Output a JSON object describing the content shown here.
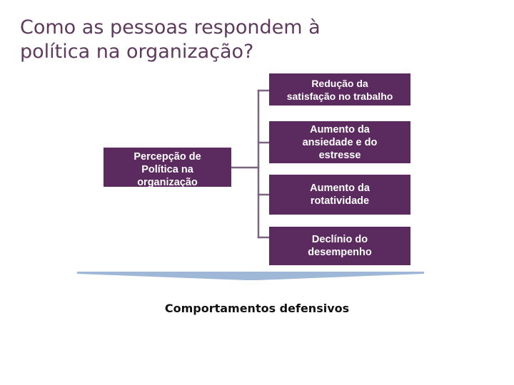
{
  "slide": {
    "title": "Como as pessoas respondem à\npolítica na organização?",
    "caption": "Comportamentos defensivos",
    "colors": {
      "title_text": "#5e3a5c",
      "node_fill": "#5b2a5e",
      "node_text": "#ffffff",
      "connector": "#7a6480",
      "wedge": "#9fb8d8",
      "caption_text": "#111111",
      "background": "#ffffff"
    }
  },
  "diagram": {
    "type": "org-chart",
    "root": {
      "label": "Percepção de\nPolítica na\norganização"
    },
    "branches": [
      {
        "label": "Redução da\nsatisfação no trabalho"
      },
      {
        "label": "Aumento da\nansiedade e do\nestresse"
      },
      {
        "label": "Aumento da\nrotatividade"
      },
      {
        "label": "Declínio do\ndesempenho"
      }
    ]
  }
}
